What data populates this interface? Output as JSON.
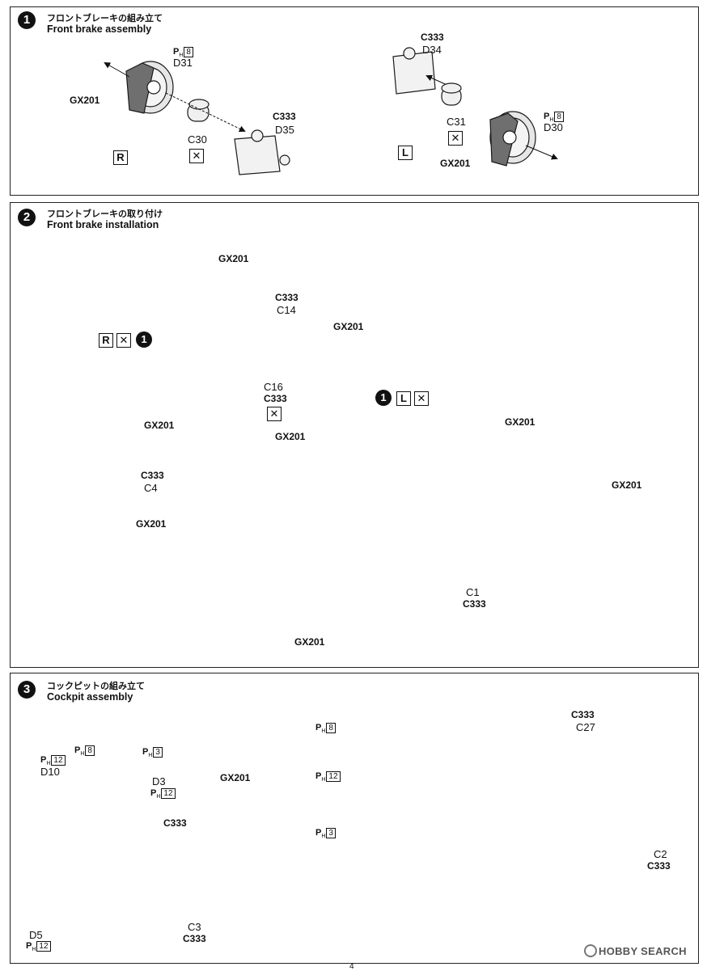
{
  "steps": [
    {
      "number": "1",
      "title_jp": "フロントブレーキの組み立て",
      "title_en": "Front brake assembly"
    },
    {
      "number": "2",
      "title_jp": "フロントブレーキの取り付け",
      "title_en": "Front brake installation"
    },
    {
      "number": "3",
      "title_jp": "コックピットの組み立て",
      "title_en": "Cockpit assembly"
    }
  ],
  "step1": {
    "right_side": {
      "side_letter": "R",
      "gx": "GX201",
      "d31": "D31",
      "d31_paint": "8",
      "c30": "C30",
      "c333": "C333",
      "d35": "D35"
    },
    "left_side": {
      "side_letter": "L",
      "c333": "C333",
      "d34": "D34",
      "c31": "C31",
      "d30": "D30",
      "d30_paint": "8",
      "gx": "GX201"
    }
  },
  "step2": {
    "gx_top": "GX201",
    "c333_top": "C333",
    "c14": "C14",
    "gx_arm_right": "GX201",
    "r_letter": "R",
    "l_letter": "L",
    "ref_step": "1",
    "c16": "C16",
    "c333_rod": "C333",
    "gx_left": "GX201",
    "gx_mid": "GX201",
    "c333_c4": "C333",
    "c4": "C4",
    "gx_far_right_top": "GX201",
    "gx_far_right": "GX201",
    "gx_lower_left": "GX201",
    "c1": "C1",
    "c333_c1": "C333",
    "gx_bottom": "GX201"
  },
  "step3": {
    "d10_paint": "12",
    "d10": "D10",
    "paint8": "8",
    "d3_paint": "3",
    "d3": "D3",
    "d3_paint2": "12",
    "c333_mid": "C333",
    "d5": "D5",
    "d5_paint": "12",
    "c3": "C3",
    "c333_c3": "C333",
    "inset_gx": "GX201",
    "inset_p8": "8",
    "inset_p12": "12",
    "inset_p3": "3",
    "c333_c27": "C333",
    "c27": "C27",
    "c2": "C2",
    "c333_c2": "C333"
  },
  "watermark": "HOBBY SEARCH",
  "page_number": "4",
  "colors": {
    "line": "#1a1a1a",
    "part_fill": "#e6e6e6",
    "dark_part": "#6f6f6f",
    "arrow": "#111111"
  }
}
